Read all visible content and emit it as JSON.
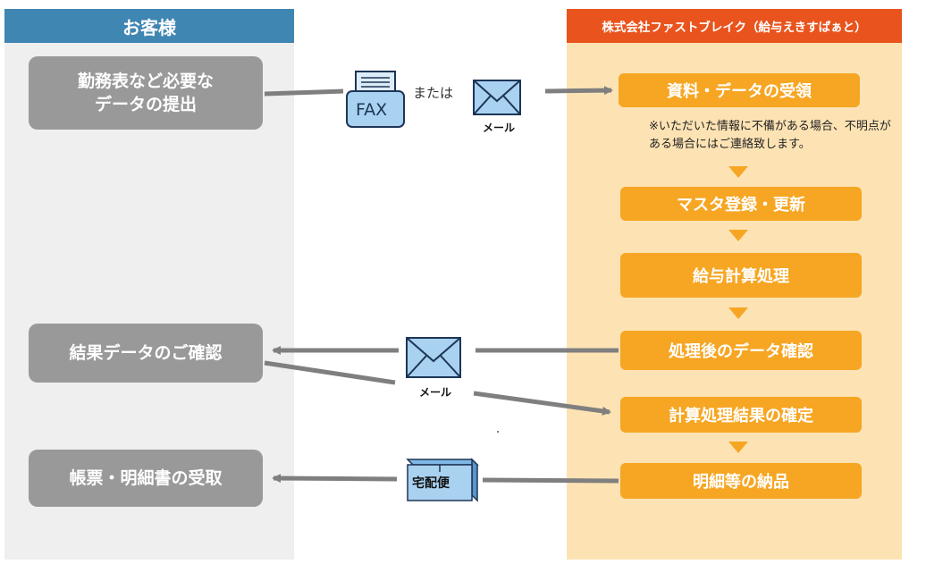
{
  "headers": {
    "customer": "お客様",
    "company": "株式会社ファストブレイク（給与えきすぱぁと）"
  },
  "customer_steps": {
    "submit": [
      "勤務表など必要な",
      "データの提出"
    ],
    "check": "結果データのご確認",
    "receive": "帳票・明細書の受取"
  },
  "company_steps": {
    "receive": "資料・データの受領",
    "master": "マスタ登録・更新",
    "payroll": "給与計算処理",
    "post_check": "処理後のデータ確認",
    "finalize": "計算処理結果の確定",
    "deliver": "明細等の納品"
  },
  "note": "※いただいた情報に不備がある場合、不明点がある場合にはご連絡致します。",
  "connectors": {
    "fax_label": "FAX",
    "or_label": "または",
    "mail_label": "メール",
    "mail_label_2": "メール",
    "courier_label": "宅配便"
  },
  "colors": {
    "customer_header": "#3f86b2",
    "company_header": "#e9541e",
    "customer_box": "#999999",
    "company_box": "#f6a623",
    "company_bg": "#fde3b4",
    "customer_bg": "#efefef",
    "envelope": "#a9d1f0"
  }
}
